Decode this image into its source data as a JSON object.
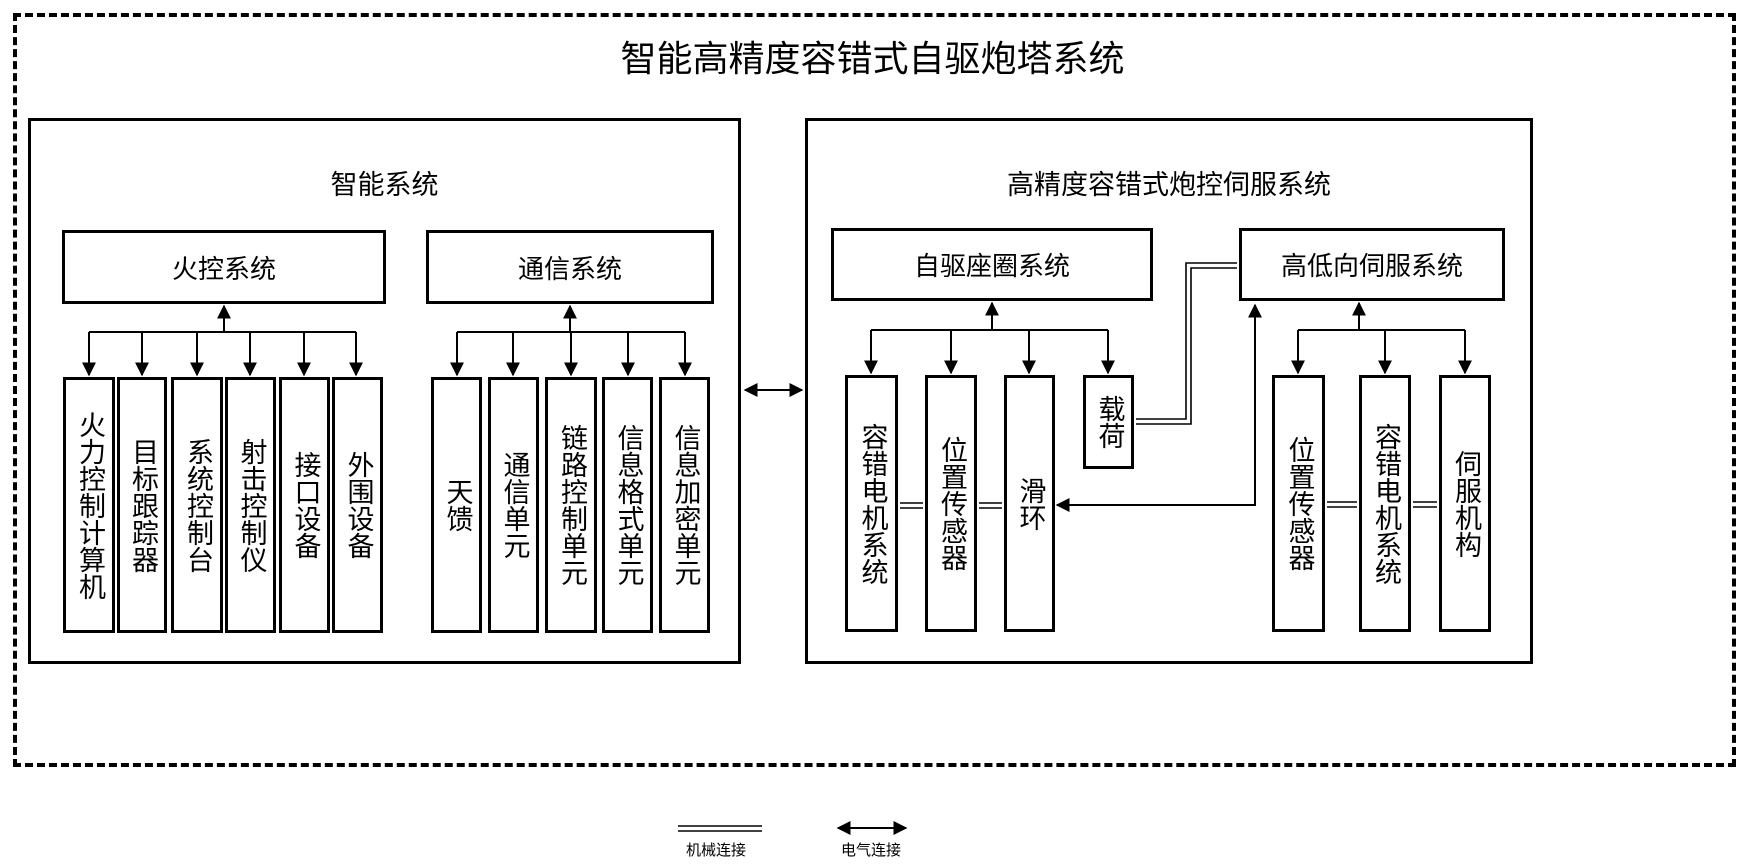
{
  "title": "智能高精度容错式自驱炮塔系统",
  "left_panel": {
    "title": "智能系统",
    "fire_control": {
      "label": "火控系统",
      "children": [
        "火力控制计算机",
        "目标跟踪器",
        "系统控制台",
        "射击控制仪",
        "接口设备",
        "外围设备"
      ]
    },
    "comm": {
      "label": "通信系统",
      "children": [
        "天馈",
        "通信单元",
        "链路控制单元",
        "信息格式单元",
        "信息加密单元"
      ]
    }
  },
  "right_panel": {
    "title": "高精度容错式炮控伺服系统",
    "ring": {
      "label": "自驱座圈系统",
      "children": [
        "容错电机系统",
        "位置传感器",
        "滑环"
      ],
      "load": "载荷"
    },
    "servo": {
      "label": "高低向伺服系统",
      "children": [
        "位置传感器",
        "容错电机系统",
        "伺服机构"
      ]
    }
  },
  "legend": {
    "mechanical": "机械连接",
    "electrical": "电气连接"
  }
}
